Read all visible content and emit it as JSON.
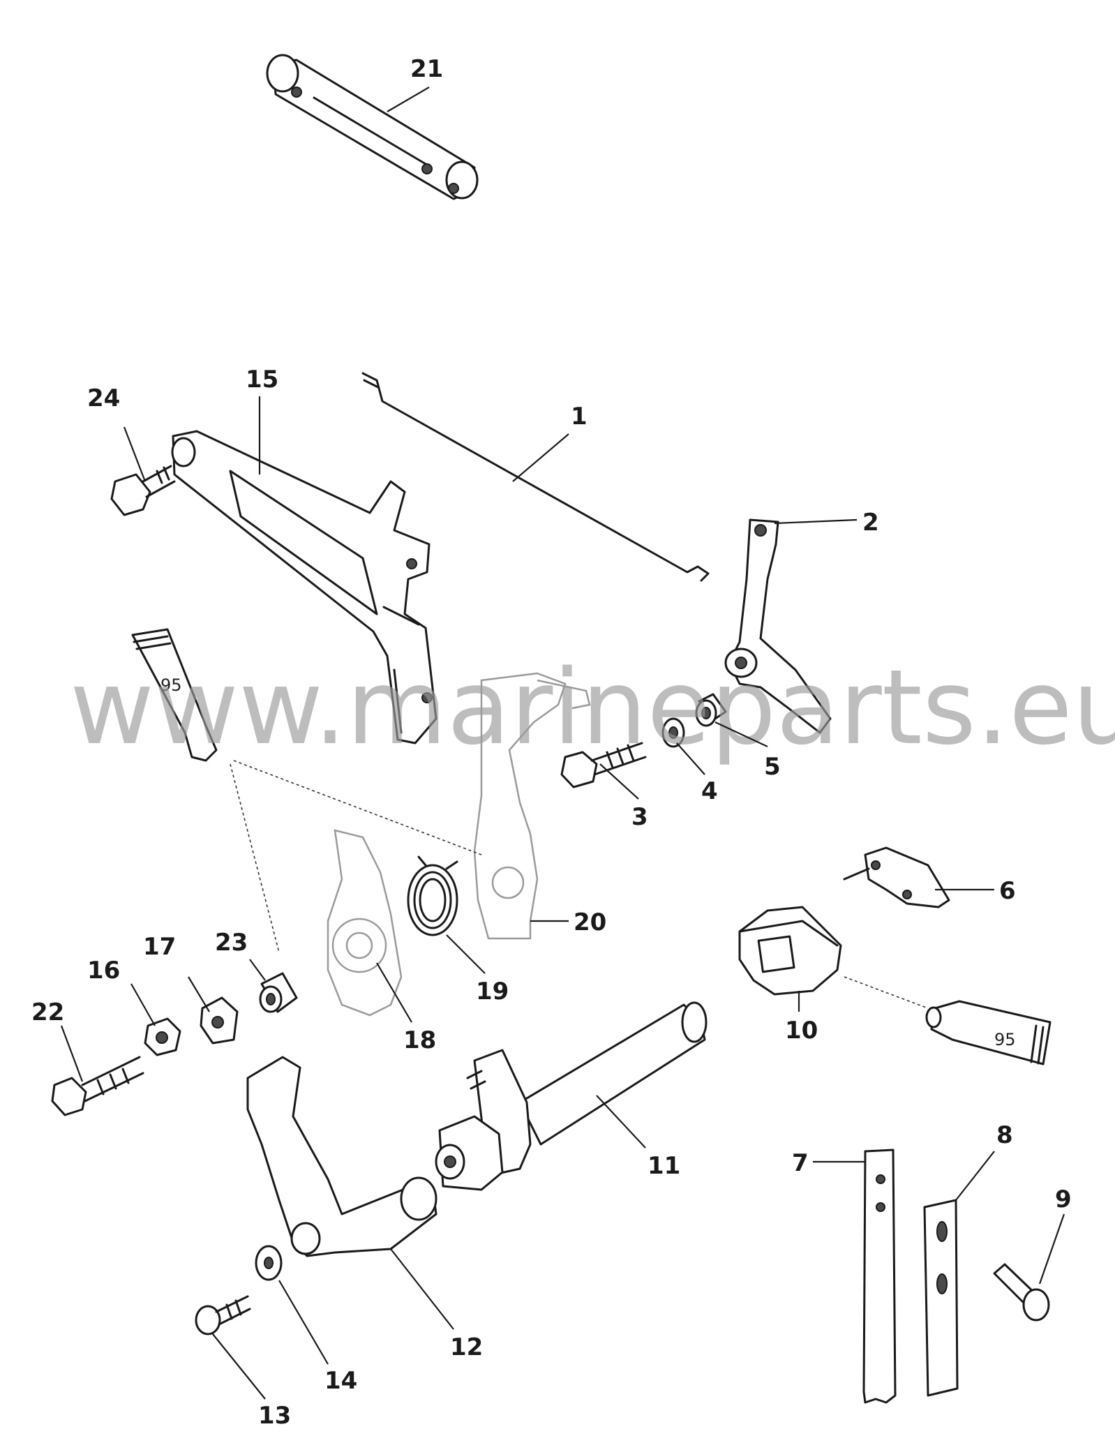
{
  "watermark": "www.marineparts.eu",
  "tube_label": "95",
  "callouts": [
    "1",
    "2",
    "3",
    "4",
    "5",
    "6",
    "7",
    "8",
    "9",
    "10",
    "11",
    "12",
    "13",
    "14",
    "15",
    "16",
    "17",
    "18",
    "19",
    "20",
    "21",
    "22",
    "23",
    "24"
  ]
}
